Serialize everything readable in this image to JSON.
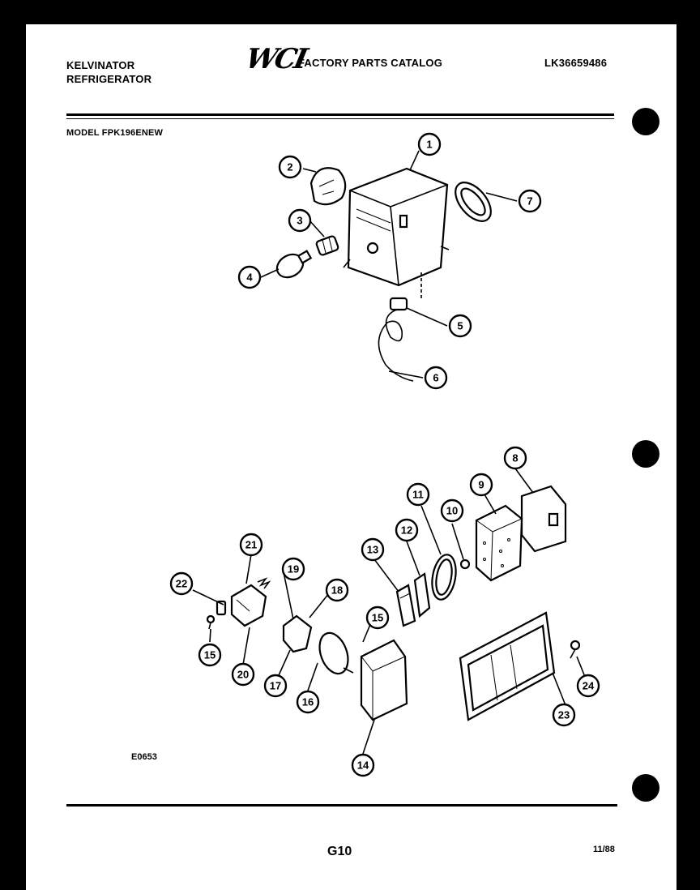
{
  "header": {
    "brand_line1": "KELVINATOR",
    "brand_line2": "REFRIGERATOR",
    "logo": "WCI",
    "catalog_title": "FACTORY PARTS CATALOG",
    "catalog_code": "LK36659486",
    "model": "MODEL FPK196ENEW"
  },
  "diagram": {
    "figure_code": "E0653",
    "callouts": [
      "1",
      "2",
      "3",
      "4",
      "5",
      "6",
      "7",
      "8",
      "9",
      "10",
      "11",
      "12",
      "13",
      "14",
      "15",
      "15",
      "16",
      "17",
      "18",
      "19",
      "20",
      "21",
      "22",
      "23",
      "24"
    ]
  },
  "footer": {
    "page_number": "G10",
    "date": "11/88"
  }
}
